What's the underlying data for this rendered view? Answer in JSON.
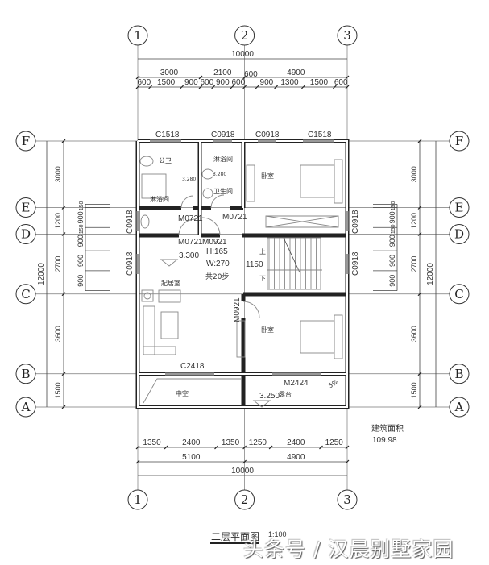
{
  "axes": {
    "columns": [
      "1",
      "2",
      "3"
    ],
    "rows": [
      "F",
      "E",
      "D",
      "C",
      "B",
      "A"
    ]
  },
  "dimensions": {
    "top_total": "10000",
    "top_middle": [
      "3000",
      "2100",
      "4900"
    ],
    "top_detail": [
      "600",
      "1500",
      "900",
      "600",
      "900",
      "600",
      "600",
      "900",
      "1300",
      "1500",
      "600"
    ],
    "bottom_detail": [
      "1350",
      "2400",
      "1350",
      "1250",
      "2400",
      "1250"
    ],
    "bottom_middle": [
      "5100",
      "4900"
    ],
    "bottom_total": "10000",
    "side_segments": [
      "3000",
      "1200",
      "2700",
      "3600",
      "1500"
    ],
    "side_total": "12000",
    "left_detail": [
      "150",
      "900",
      "150",
      "900",
      "900",
      "900"
    ],
    "right_detail": [
      "150",
      "900",
      "150",
      "900",
      "900",
      "900"
    ]
  },
  "openings": {
    "c1518_left": "C1518",
    "c0918_top1": "C0918",
    "c0918_top2": "C0918",
    "c1518_right": "C1518",
    "c0918_left1": "C0918",
    "c0918_left2": "C0918",
    "c0918_right1": "C0918",
    "c0918_right2": "C0918",
    "m0721_a": "M0721",
    "m0721_b": "M0721",
    "m0721_c": "M0721",
    "m0921_a": "M0921",
    "m0921_b": "M0921",
    "c2418": "C2418",
    "m2424": "M2424"
  },
  "rooms": {
    "public_toilet": "公卫",
    "shower_left": "淋浴间",
    "shower_right": "淋浴间",
    "bathroom": "卫生间",
    "bedroom_top": "卧室",
    "bedroom_bottom": "卧室",
    "living": "起居室",
    "void": "中空",
    "terrace": "露台"
  },
  "levels": {
    "wc1": "3.280",
    "wc2": "3.280",
    "living": "3.300",
    "terrace": "3.250",
    "slope": "5%"
  },
  "stair": {
    "h": "H:165",
    "w": "W:270",
    "steps": "共20步",
    "width": "1150",
    "up": "上",
    "down": "下"
  },
  "area": {
    "label": "建筑面积",
    "value": "109.98"
  },
  "title": {
    "name": "二层平面图",
    "scale": "1:100"
  },
  "watermark": "头条号 / 汉晨别墅家园"
}
